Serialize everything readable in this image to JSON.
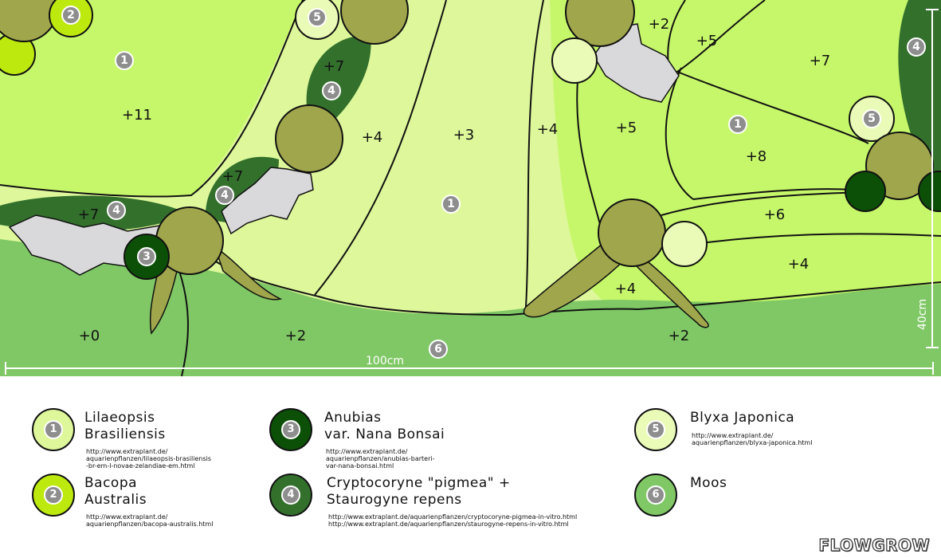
{
  "colors": {
    "lilaeopsis": "#c6f76a",
    "lilaeopsis_light": "#ddf79a",
    "bacopa": "#bde90f",
    "anubias": "#0c5008",
    "cryptocoryne": "#32702c",
    "blyxa": "#eafbb8",
    "moos": "#7fc865",
    "stone": "#d9d9db",
    "root": "#a0a64c"
  },
  "zones": [
    "+11",
    "+7",
    "+7",
    "+7",
    "+4",
    "+3",
    "+4",
    "+5",
    "+2",
    "+5",
    "+7",
    "+8",
    "+6",
    "+4",
    "+4",
    "+0",
    "+2",
    "+2"
  ],
  "markers": [
    "1",
    "2",
    "5",
    "4",
    "4",
    "4",
    "1",
    "1",
    "4",
    "5",
    "3",
    "6"
  ],
  "dimensions": {
    "width": "100cm",
    "height": "40cm"
  },
  "legend": [
    {
      "num": "1",
      "name": "Lilaeopsis\nBrasiliensis",
      "url": "http://www.extraplant.de/\naquarienpflanzen/lilaeopsis-brasiliensis\n-br-em-l-novae-zelandiae-em.html"
    },
    {
      "num": "2",
      "name": "Bacopa\nAustralis",
      "url": "http://www.extraplant.de/\naquarienpflanzen/bacopa-australis.html"
    },
    {
      "num": "3",
      "name": "Anubias\nvar. Nana Bonsai",
      "url": "http://www.extraplant.de/\naquarienpflanzen/anubias-barteri-\nvar-nana-bonsai.html"
    },
    {
      "num": "4",
      "name": "Cryptocoryne \"pigmea\" +\nStaurogyne repens",
      "url": "http://www.extraplant.de/aquarienpflanzen/cryptocoryne-pigmea-in-vitro.html\nhttp://www.extraplant.de/aquarienpflanzen/staurogyne-repens-in-vitro.html"
    },
    {
      "num": "5",
      "name": "Blyxa Japonica",
      "url": "http://www.extraplant.de/\naquarienpflanzen/blyxa-japonica.html"
    },
    {
      "num": "6",
      "name": "Moos",
      "url": ""
    }
  ],
  "brand": "FLOWGROW"
}
